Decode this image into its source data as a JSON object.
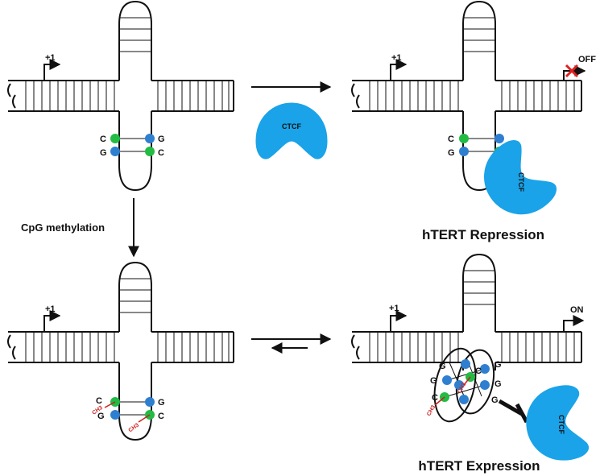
{
  "tss_label": "+1",
  "off_label": "OFF",
  "on_label": "ON",
  "protein_label": "CTCF",
  "methylation_label": "CpG methylation",
  "methyl_label": "CH3",
  "repression_caption": "hTERT Repression",
  "expression_caption": "hTERT Expression",
  "bases": {
    "c": "C",
    "g": "G"
  },
  "colors": {
    "protein": "#1aa3e8",
    "cytosine": "#22bb44",
    "guanine": "#2f7fd0",
    "stop_x": "#e02020",
    "methyl": "#cc1f1f"
  },
  "icons": {
    "stop": "x-mark-icon",
    "arrow": "arrow-icon",
    "inhibition": "t-bar-inhibition-icon"
  }
}
